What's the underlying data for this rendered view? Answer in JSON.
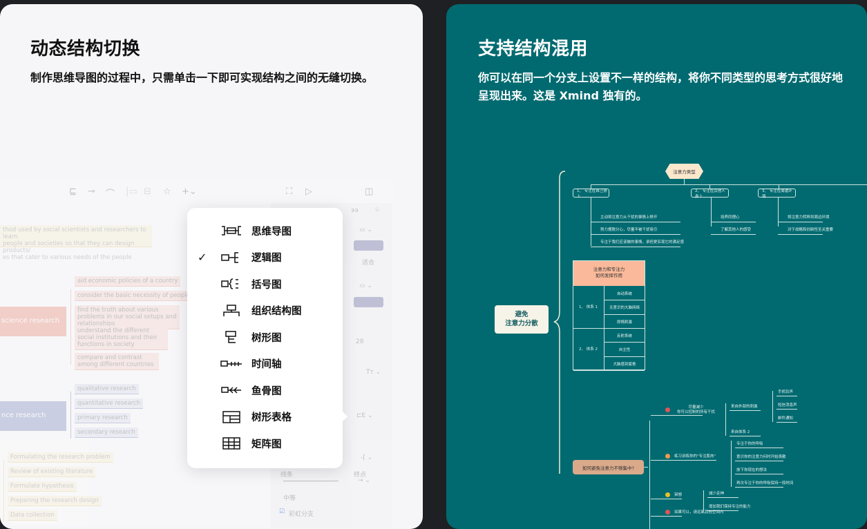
{
  "left_card": {
    "title": "动态结构切换",
    "subtitle": "制作思维导图的过程中，只需单击一下即可实现结构之间的无缝切换。",
    "toolbar_icons": [
      "topic-icon",
      "subtopic-icon",
      "relationship-icon",
      "boundary-icon",
      "summary-icon",
      "marker-icon",
      "insert-icon",
      "fullscreen-icon",
      "play-icon",
      "panel-icon"
    ],
    "mindmap": {
      "note": [
        "thod used by social scientists and researchers to learn",
        "people and societies so that they can design products/",
        "es that cater to various needs of the people"
      ],
      "topic1": "science research",
      "topic1_items": [
        "aid economic policies of a country",
        "consider the basic necessity of people",
        "find the truth about various problems in our social setups and relationships",
        "understand the different social institutions and their functions in society",
        "compare and contrast among different countries"
      ],
      "topic2": "nce research",
      "topic2_items": [
        "qualitative research",
        "quantitative research",
        "primary research",
        "secondary research"
      ],
      "topic3_items": [
        "Formulating the research problem",
        "Review of existing literature",
        "Formulate hypothesis",
        "Preparing the research design",
        "Data collection"
      ]
    },
    "panel": {
      "fit": "适合",
      "font_size": "28",
      "line_label": "线条",
      "end_label": "终点",
      "weight": "中等",
      "rainbow": "彩虹分支",
      "rainbow_checked": true,
      "fill_color": "#9a9dbf"
    },
    "structure_menu": {
      "selected": "逻辑图",
      "items": [
        {
          "icon": "mind-map-icon",
          "label": "思维导图"
        },
        {
          "icon": "logic-chart-icon",
          "label": "逻辑图"
        },
        {
          "icon": "brace-map-icon",
          "label": "括号图"
        },
        {
          "icon": "org-chart-icon",
          "label": "组织结构图"
        },
        {
          "icon": "tree-chart-icon",
          "label": "树形图"
        },
        {
          "icon": "timeline-icon",
          "label": "时间轴"
        },
        {
          "icon": "fishbone-icon",
          "label": "鱼骨图"
        },
        {
          "icon": "tree-table-icon",
          "label": "树形表格"
        },
        {
          "icon": "matrix-icon",
          "label": "矩阵图"
        }
      ]
    }
  },
  "right_card": {
    "title": "支持结构混用",
    "subtitle": "你可以在同一个分支上设置不一样的结构，将你不同类型的思考方式很好地呈现出来。这是 Xmind 独有的。",
    "colors": {
      "bg": "#006a70",
      "root": "#f6f3e8",
      "hex": "#fbe7cc",
      "table_header": "#f9b99a",
      "bottom": "#d9a98a"
    },
    "mindmap": {
      "root": "避免\n注意力分散",
      "types_title": "注意力类型",
      "types": [
        {
          "label": "1、 专注在自己身上",
          "items": [
            "主动将注意力从干扰的事情上移开",
            "努力摆脱分心，尽量不被干扰吸引",
            "专注于我们应该做的事情，承担更实现它的满足感"
          ]
        },
        {
          "label": "2、 专注在其他人身上",
          "items": [
            "培养同理心",
            "了解其他人的感受"
          ]
        },
        {
          "label": "3、 专注在周遭环境",
          "items": [
            "将注意力转移到周边环境",
            "对于战略和创新性至关重要"
          ]
        }
      ],
      "table": {
        "header": "注意力和专注力\n如何发挥作用",
        "rows": [
          {
            "label": "1、 体系 1",
            "cells": [
              "自动系统",
              "无意识的大脑网络",
              "即情刺激"
            ]
          },
          {
            "label": "2、 体系 2",
            "cells": [
              "反射系统",
              "自主性",
              "大脑感到疲惫"
            ]
          }
        ]
      },
      "bottom": {
        "label": "如何避免注意力不够集中?",
        "branches": [
          {
            "color": "#e0545a",
            "label": "尽量减少\n你可以控制的所有干扰",
            "children": [
              "来自外部的刺激",
              "来自体系 2"
            ],
            "grand": [
              "手机铃声",
              "短信消息声",
              "邮件通知"
            ]
          },
          {
            "color": "#ee9a4a",
            "label": "练习训练你的\"专注肌肉\"",
            "children": [
              "专注于你的呼吸",
              "意识你的注意力何时开始涣散",
              "放下你现在的想法",
              "再次专注于你的呼吸保持一段时间"
            ]
          },
          {
            "color": "#e8c12a",
            "label": "冥想",
            "children": [
              "减少走神",
              "增加我们保持专注的能力"
            ]
          },
          {
            "color": "#e0545a",
            "label": "如果可以，请远离其他空间内"
          }
        ]
      }
    }
  }
}
